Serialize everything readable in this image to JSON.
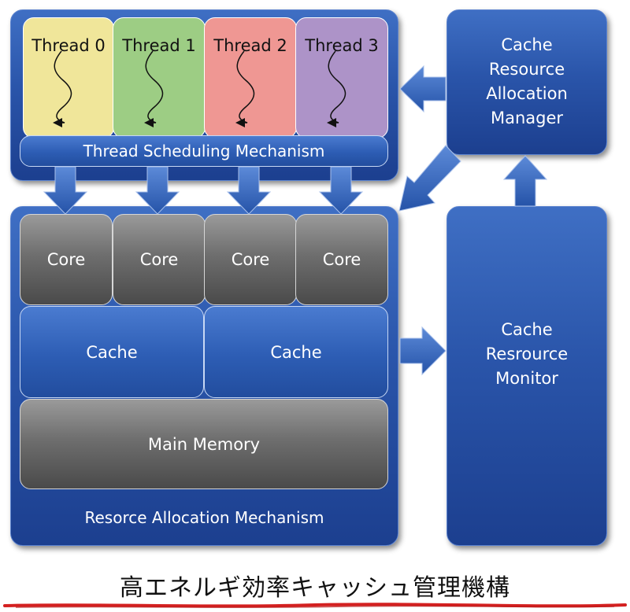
{
  "threads": [
    {
      "label": "Thread 0",
      "color": "#f0e69a"
    },
    {
      "label": "Thread 1",
      "color": "#9dcd84"
    },
    {
      "label": "Thread 2",
      "color": "#ef9793"
    },
    {
      "label": "Thread 3",
      "color": "#ad93c8"
    }
  ],
  "thread_scheduling": "Thread Scheduling Mechanism",
  "cores": [
    "Core",
    "Core",
    "Core",
    "Core"
  ],
  "caches": [
    "Cache",
    "Cache"
  ],
  "main_memory": "Main Memory",
  "resource_allocation": "Resorce Allocation Mechanism",
  "cache_manager": [
    "Cache",
    "Resource",
    "Allocation",
    "Manager"
  ],
  "cache_monitor": [
    "Cache",
    "Resrource",
    "Monitor"
  ],
  "caption": "高エネルギ効率キャッシュ管理機構",
  "colors": {
    "panel_blue": "#2a55aa",
    "arrow_blue": "#3566c0",
    "underline_red": "#d42020"
  }
}
